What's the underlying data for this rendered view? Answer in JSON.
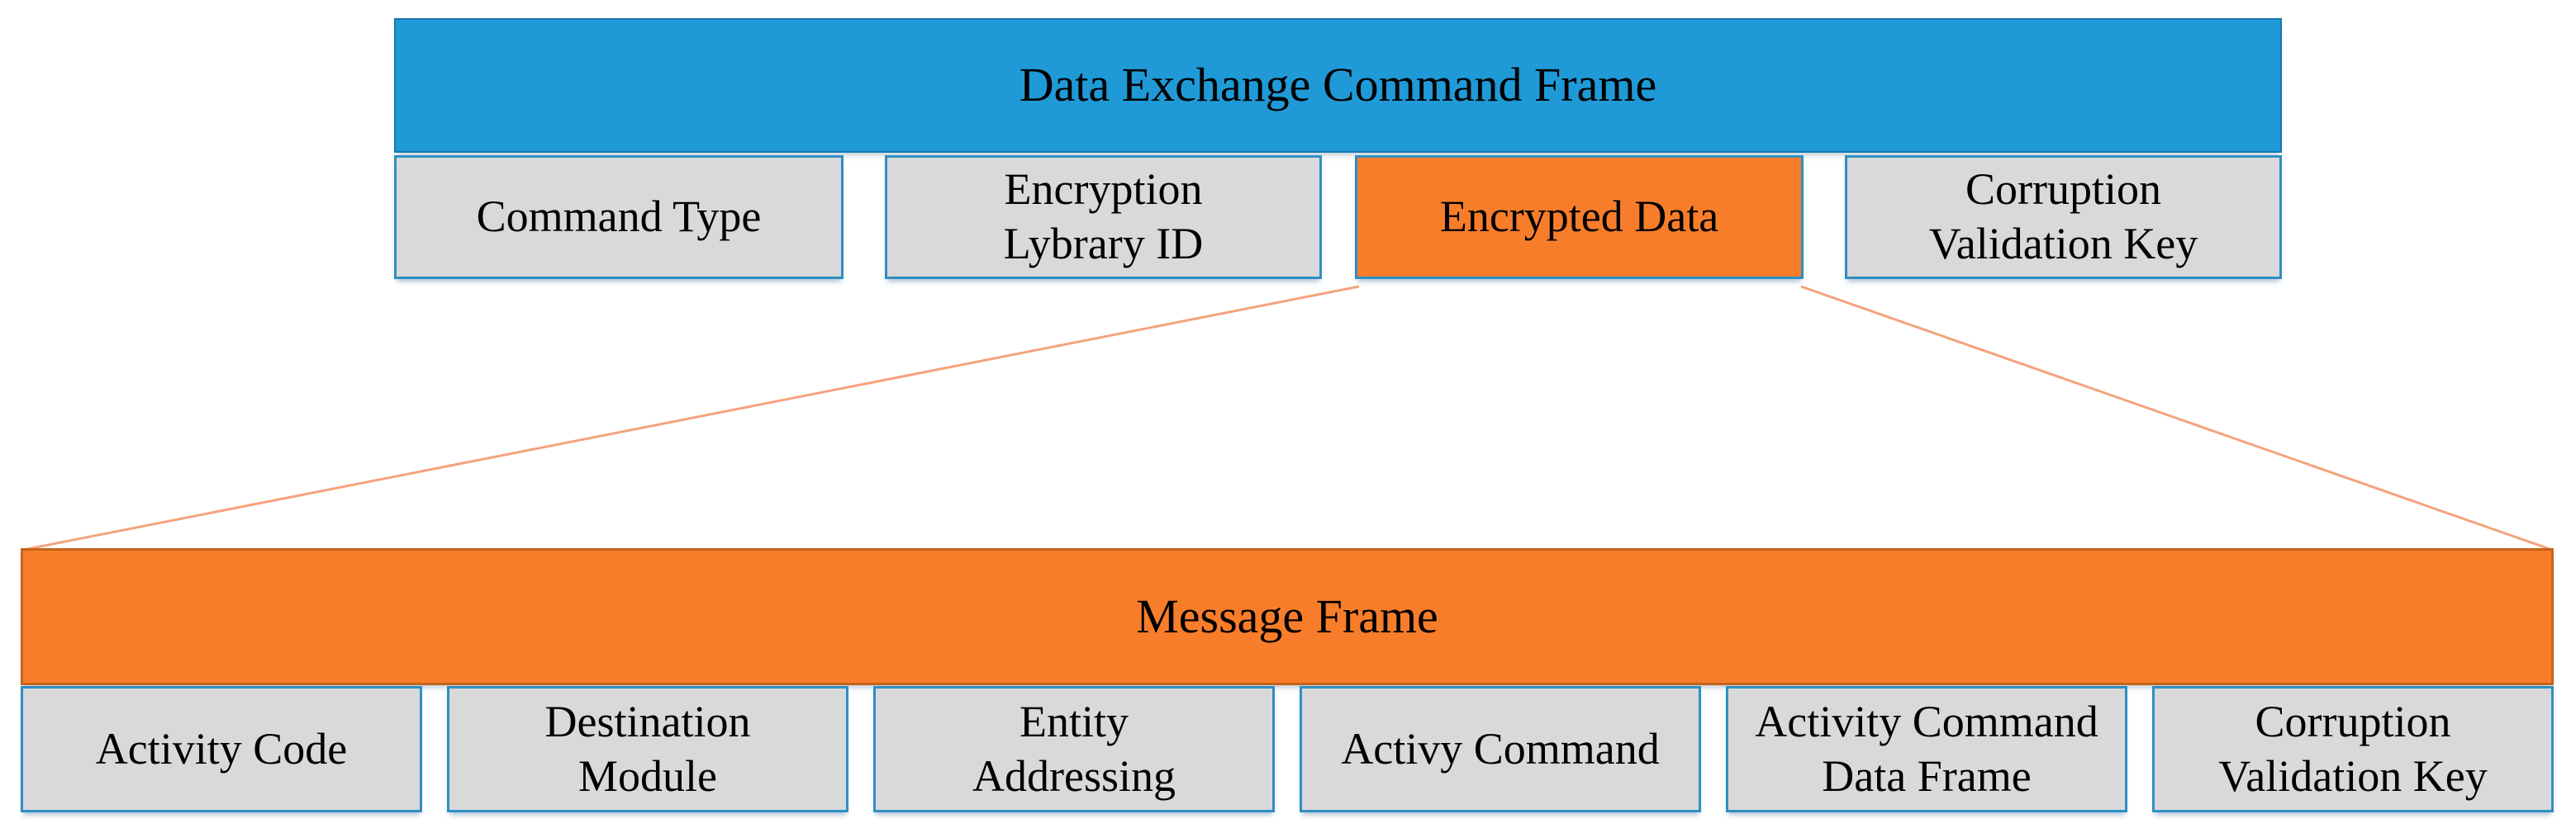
{
  "colors": {
    "blue": "#1F9AD7",
    "orange": "#F87D2B",
    "gray": "#D9D9D9",
    "border_blue": "#2E8FC4",
    "border_dark_blue": "#1778AC",
    "border_dark_orange": "#C4641A",
    "connector": "#F5A37C",
    "text": "#000000",
    "background": "#FFFFFF"
  },
  "top_frame": {
    "title": "Data Exchange Command Frame",
    "fields": [
      {
        "label": "Command Type",
        "highlighted": false
      },
      {
        "label": "Encryption\nLybrary ID",
        "highlighted": false
      },
      {
        "label": "Encrypted Data",
        "highlighted": true
      },
      {
        "label": "Corruption\nValidation Key",
        "highlighted": false
      }
    ]
  },
  "bottom_frame": {
    "title": "Message Frame",
    "fields": [
      {
        "label": "Activity Code"
      },
      {
        "label": "Destination\nModule"
      },
      {
        "label": "Entity\nAddressing"
      },
      {
        "label": "Activy Command"
      },
      {
        "label": "Activity Command\nData Frame"
      },
      {
        "label": "Corruption\nValidation Key"
      }
    ]
  }
}
